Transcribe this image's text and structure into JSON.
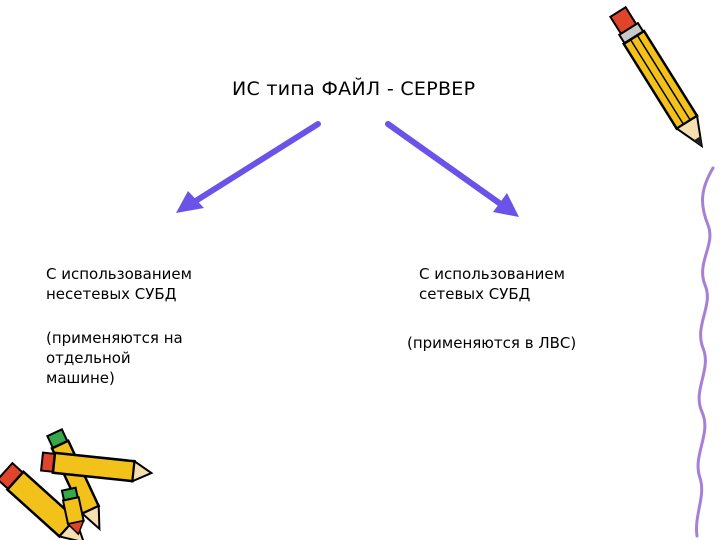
{
  "slide": {
    "title": "ИС типа ФАЙЛ - СЕРВЕР",
    "left": {
      "heading_line1": "С использованием",
      "heading_line2": "несетевых СУБД",
      "note_line1": "(применяются на",
      "note_line2": "отдельной",
      "note_line3": "машине)"
    },
    "right": {
      "heading_line1": "С использованием",
      "heading_line2": "сетевых СУБД",
      "note": "(применяются в ЛВС)"
    }
  },
  "colors": {
    "arrow": "#6b52e8",
    "pencil_body": "#f2c21b",
    "pencil_outline": "#000000",
    "eraser_red": "#e0442a",
    "cap_green": "#35a84a",
    "squiggle": "#a77fd4"
  },
  "icons": [
    "pencil-icon",
    "pencils-bundle-icon",
    "squiggle-line-icon",
    "arrow-icon"
  ]
}
